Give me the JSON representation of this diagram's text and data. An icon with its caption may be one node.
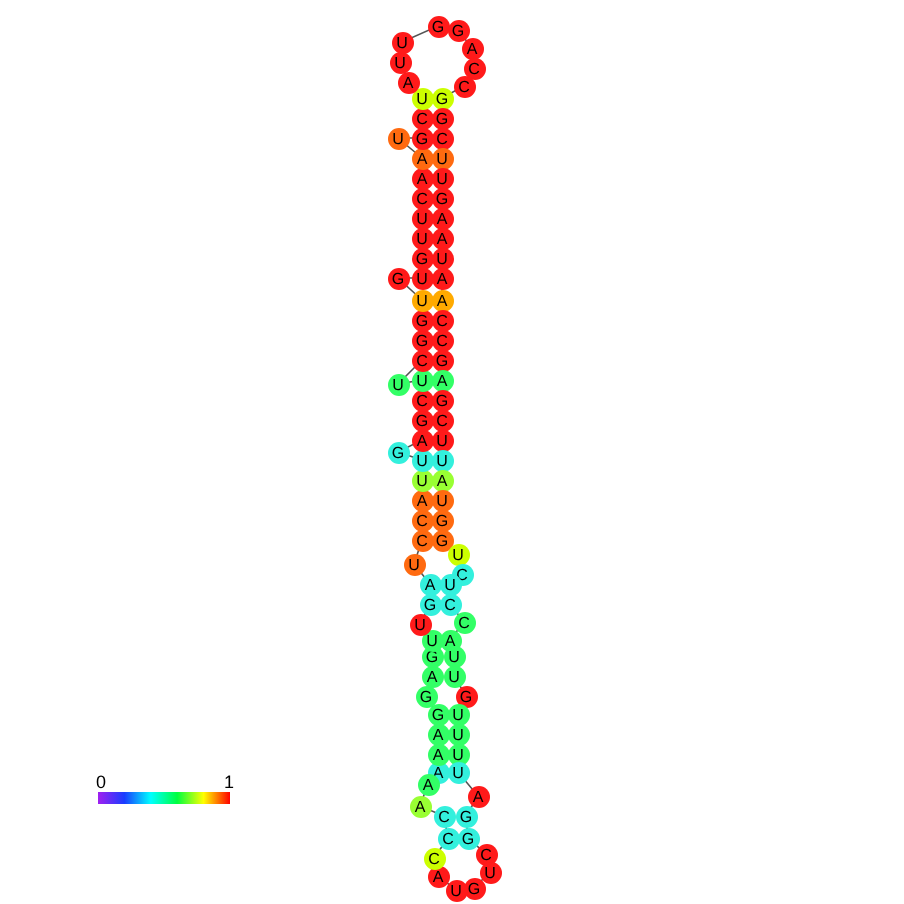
{
  "diagram": {
    "labels": [
      "A",
      "A",
      "A",
      "G",
      "G",
      "A",
      "G",
      "U",
      "U",
      "G",
      "A",
      "U",
      "C",
      "C",
      "A",
      "U",
      "U",
      "G",
      "A",
      "G",
      "C",
      "U",
      "U",
      "C",
      "G",
      "G",
      "U",
      "G",
      "U",
      "G",
      "U",
      "U",
      "C",
      "A",
      "A",
      "U",
      "G",
      "C",
      "U",
      "A",
      "U",
      "U",
      "G",
      "G",
      "A",
      "C",
      "C",
      "G",
      "G",
      "C",
      "U",
      "U",
      "G",
      "A",
      "A",
      "U",
      "A",
      "A",
      "C",
      "C",
      "G",
      "A",
      "G",
      "C",
      "U",
      "U",
      "A",
      "U",
      "G",
      "G",
      "U",
      "C",
      "U",
      "C",
      "C",
      "A",
      "U",
      "U",
      "G",
      "U",
      "U",
      "U",
      "U",
      "A",
      "G",
      "G",
      "C",
      "U",
      "G",
      "U",
      "A",
      "C",
      "C",
      "C",
      "A",
      "A",
      "0",
      "1"
    ]
  }
}
